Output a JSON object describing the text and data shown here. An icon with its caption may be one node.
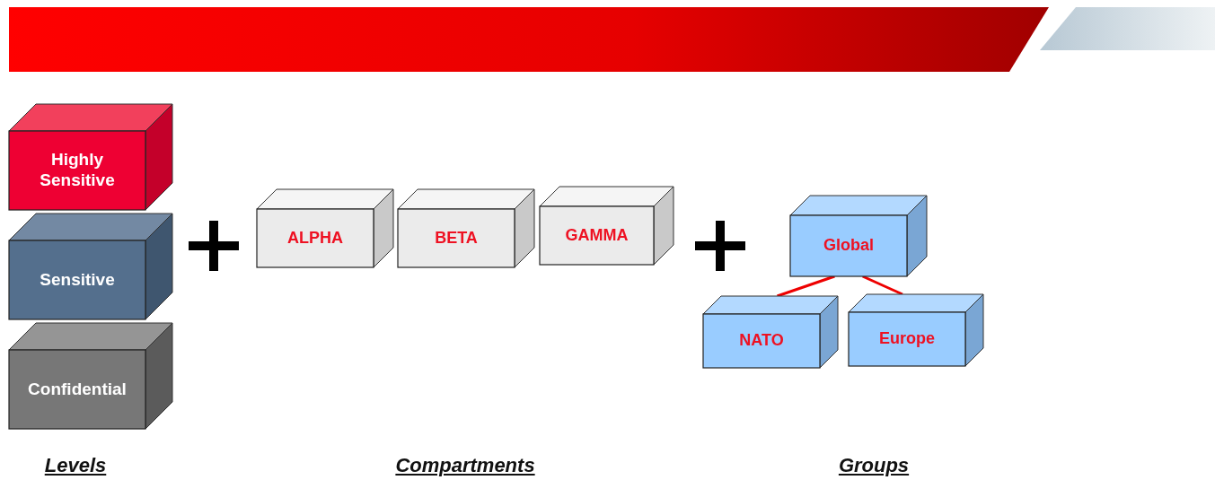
{
  "diagram": {
    "nodes": [
      {
        "text": [
          "Highly Sensitive"
        ]
      },
      {
        "text": [
          "Sensitive"
        ]
      },
      {
        "text": [
          "Confidential"
        ]
      },
      {
        "text": [
          "ALPHA"
        ]
      },
      {
        "text": [
          "BETA"
        ]
      },
      {
        "text": [
          "GAMMA"
        ]
      },
      {
        "text": [
          "Global"
        ]
      },
      {
        "text": [
          "NATO"
        ]
      },
      {
        "text": [
          "Europe"
        ]
      }
    ],
    "edges": [
      {
        "from": 6,
        "to": 7,
        "arrow": "none"
      },
      {
        "from": 6,
        "to": 8,
        "arrow": "none"
      }
    ],
    "labels": [
      "Levels",
      "Compartments",
      "Groups"
    ]
  }
}
